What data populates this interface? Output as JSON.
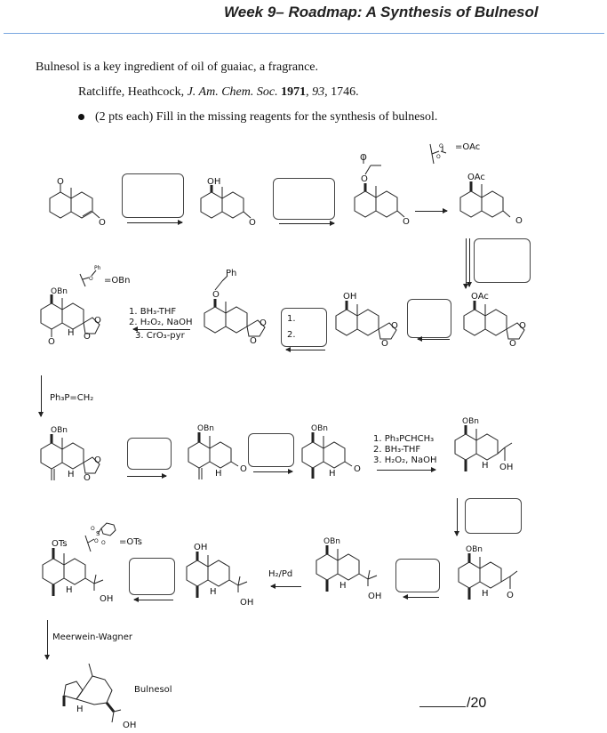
{
  "header": {
    "title": "Week 9– Roadmap: A Synthesis of Bulnesol"
  },
  "intro": {
    "text": "Bulnesol is a key ingredient of oil of guaiac, a fragrance.",
    "reference": {
      "authors": "Ratcliffe, Heathcock, ",
      "journal": "J. Am. Chem. Soc.",
      "year": "1971",
      "volume": "93",
      "page": ", 1746."
    },
    "instruction": "(2 pts each) Fill in the missing reagents for the synthesis of bulnesol."
  },
  "legends": {
    "oac": "=OAc",
    "obn": "=OBn",
    "ots": "=OTs",
    "ph": "Ph",
    "o": "O"
  },
  "row1": {
    "mol1": {
      "labels": [
        "O",
        "O"
      ]
    },
    "mol2": {
      "labels": [
        "OH",
        "O"
      ]
    },
    "mol3": {
      "labels": [
        "O",
        "O",
        "O"
      ]
    },
    "mol4": {
      "labels": [
        "OAc",
        "O"
      ]
    },
    "answer_box_1": "",
    "answer_box_2": "",
    "answer_box_3": ""
  },
  "row2": {
    "reagents_hydroboration": [
      "1. BH₃-THF",
      "2. H₂O₂, NaOH",
      "3. CrO₃-pyr"
    ],
    "two_step_box": [
      "1.",
      "2."
    ],
    "mol_obn": {
      "labels": [
        "OBn",
        "O",
        "H",
        "O",
        "O"
      ]
    },
    "mol_bn_ether": {
      "labels": [
        "Ph",
        "O",
        "O",
        "O"
      ]
    },
    "mol_oh": {
      "labels": [
        "OH",
        "O",
        "O"
      ]
    },
    "mol_oac": {
      "labels": [
        "OAc",
        "O",
        "O"
      ]
    }
  },
  "wittig": {
    "reagent": "Ph₃P=CH₂"
  },
  "row3": {
    "mol_a": {
      "labels": [
        "OBn",
        "O",
        "H",
        "O"
      ]
    },
    "mol_b": {
      "labels": [
        "OBn",
        "H",
        "O"
      ]
    },
    "mol_c": {
      "labels": [
        "OBn",
        "H",
        "O"
      ]
    },
    "mol_d": {
      "labels": [
        "OBn",
        "H",
        "OH"
      ]
    },
    "reagents": [
      "1. Ph₃PCHCH₃",
      "2. BH₃-THF",
      "3. H₂O₂, NaOH"
    ]
  },
  "row4": {
    "mol_ots": {
      "labels": [
        "OTs",
        "H",
        "OH"
      ]
    },
    "mol_oh": {
      "labels": [
        "OH",
        "H",
        "OH"
      ]
    },
    "mol_obn": {
      "labels": [
        "OBn",
        "H",
        "OH"
      ]
    },
    "mol_ketone": {
      "labels": [
        "OBn",
        "H",
        "O"
      ]
    },
    "hydrogenolysis": "H₂/Pd"
  },
  "final": {
    "rearrangement": "Meerwein-Wagner",
    "product_name": "Bulnesol",
    "labels": [
      "H",
      "OH"
    ]
  },
  "score": {
    "total": "/20"
  }
}
